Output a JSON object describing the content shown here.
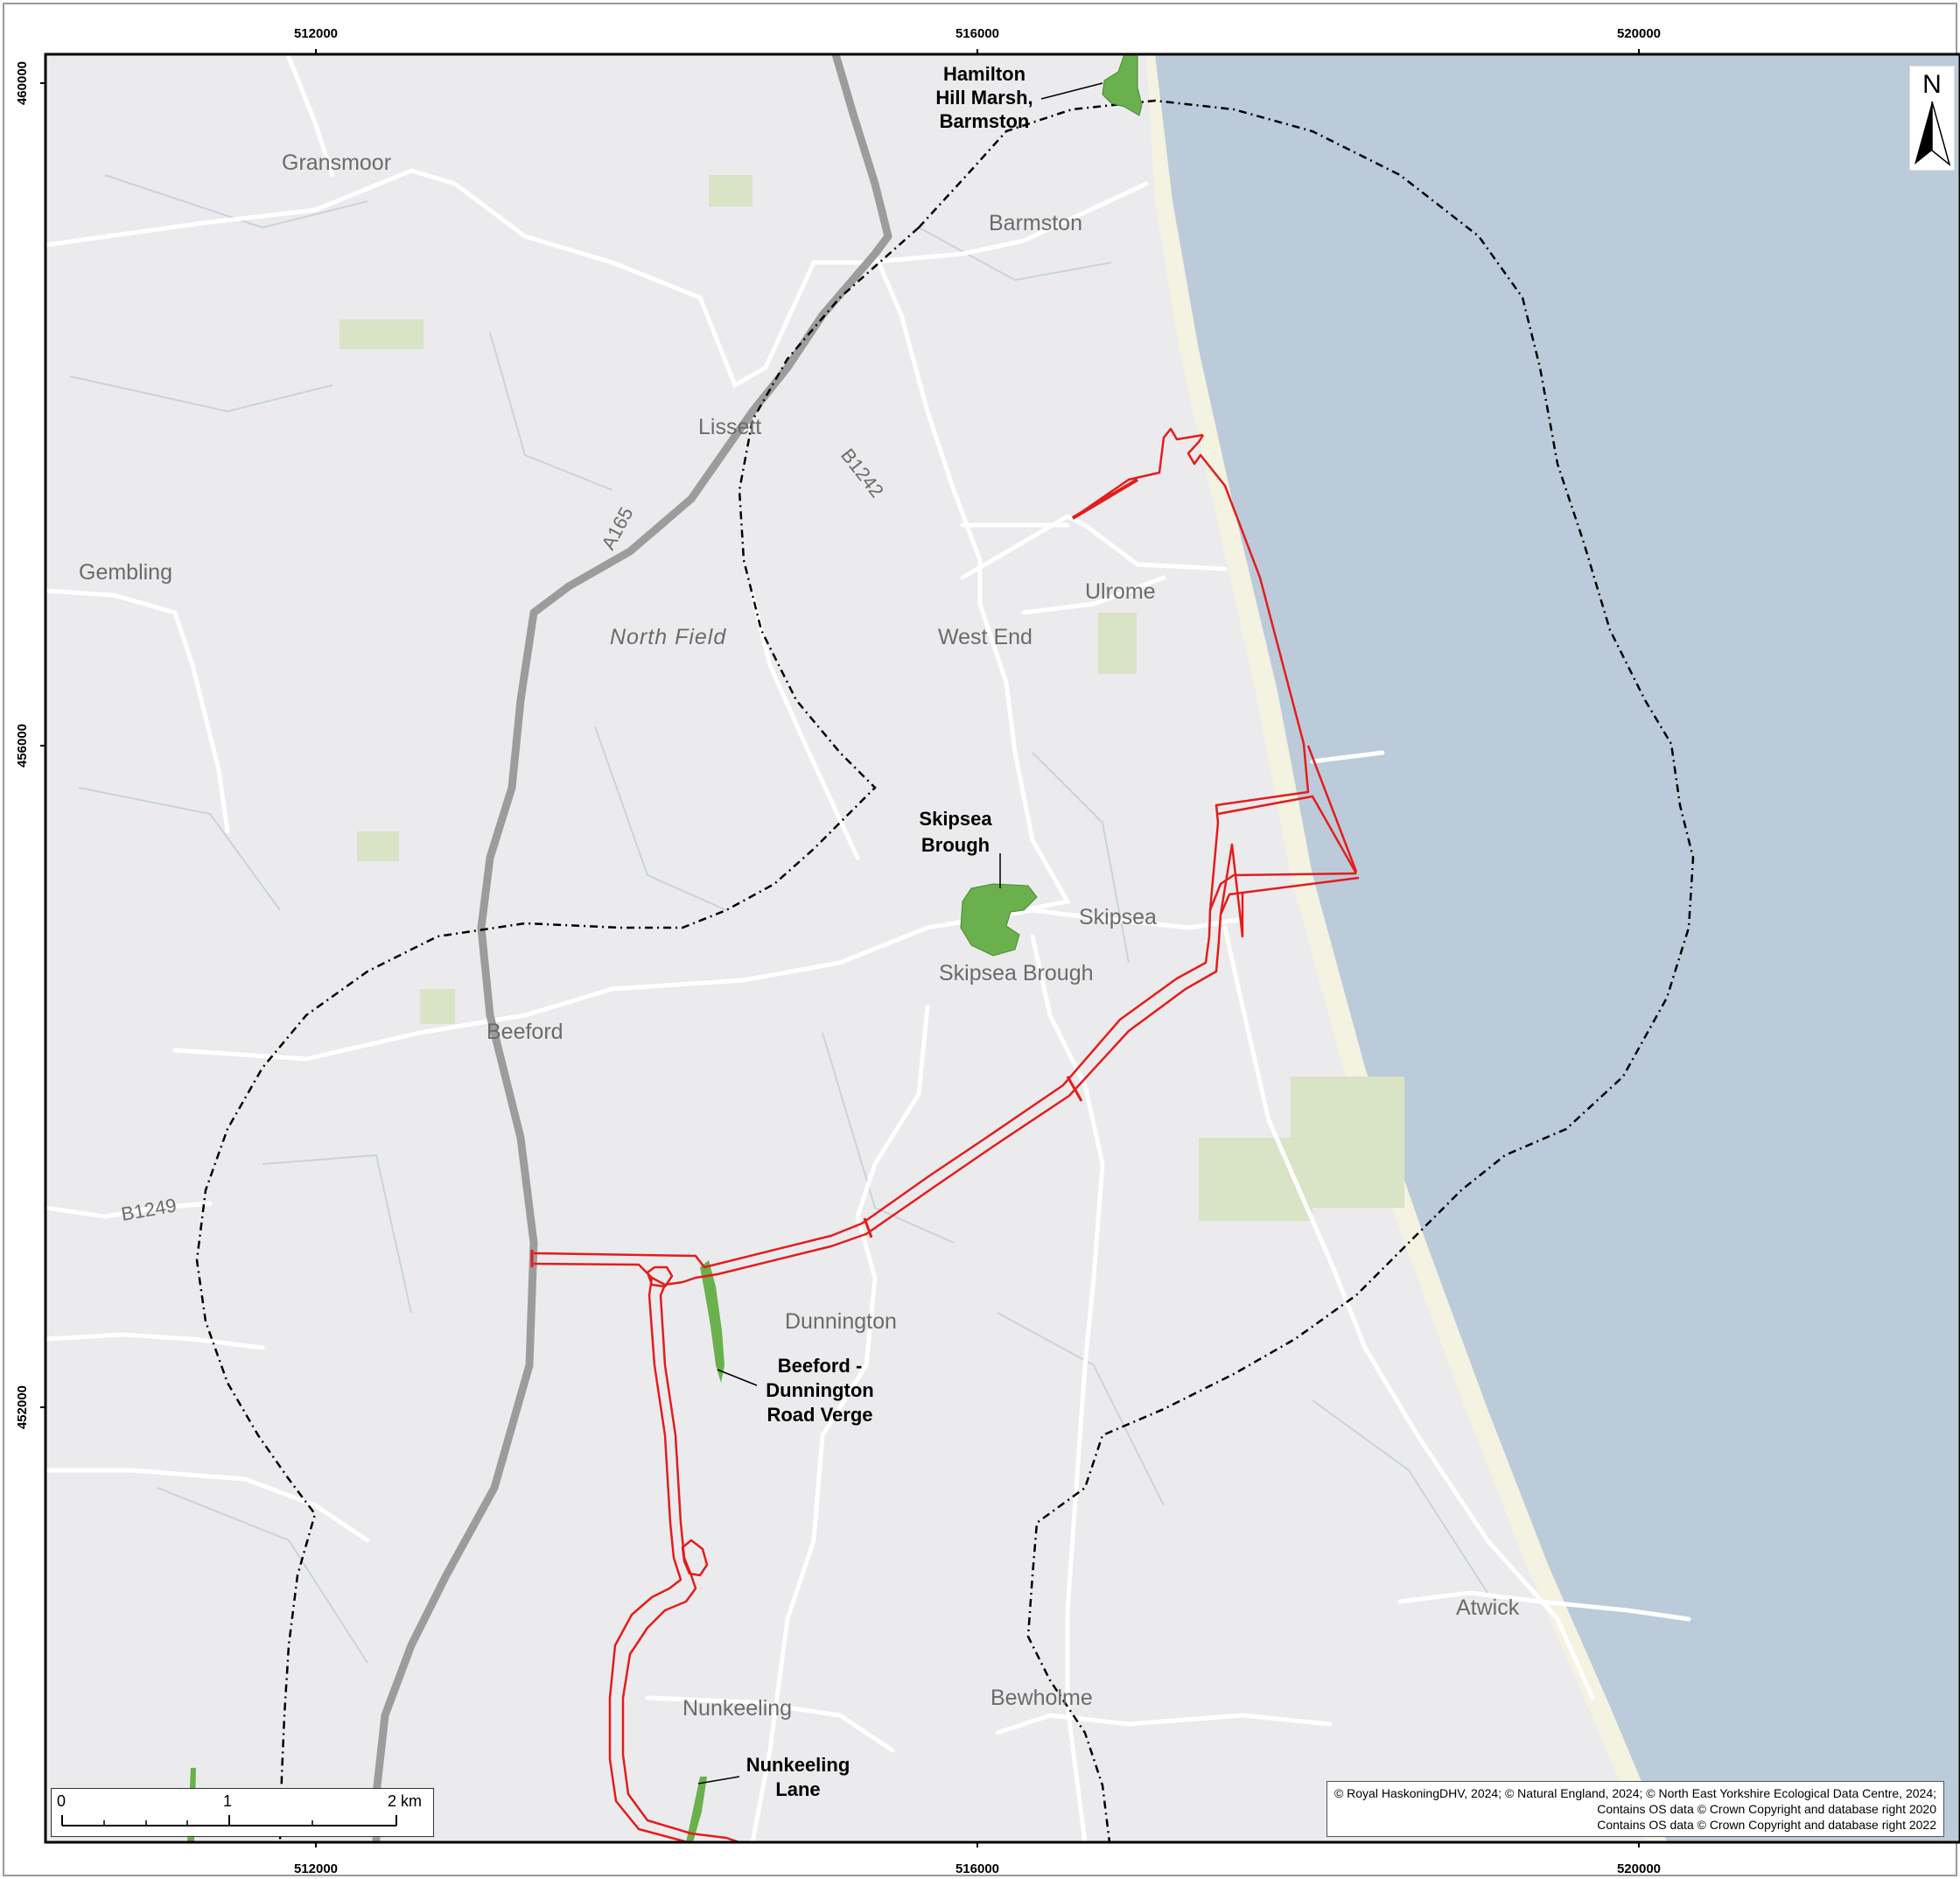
{
  "map": {
    "colors": {
      "land": "#ebebed",
      "sea": "#bccbd9",
      "beach": "#f4f2e0",
      "roads": "#ffffff",
      "major_road": "#9c9c9c",
      "boundary": "#e41c1c",
      "designated_site": "#6ab04c",
      "buffer_line": "#000000"
    },
    "axis_ticks": {
      "x": [
        "512000",
        "516000",
        "520000"
      ],
      "y": [
        "460000",
        "456000",
        "452000"
      ]
    },
    "places": {
      "gransmoor": "Gransmoor",
      "barmston": "Barmston",
      "lissett": "Lissett",
      "gembling": "Gembling",
      "north_field": "North Field",
      "west_end": "West End",
      "ulrome": "Ulrome",
      "skipsea": "Skipsea",
      "skipsea_brough": "Skipsea Brough",
      "beeford": "Beeford",
      "dunnington": "Dunnington",
      "atwick": "Atwick",
      "nunkeeling": "Nunkeeling",
      "bewholme": "Bewholme"
    },
    "roads": {
      "a165": "A165",
      "b1242": "B1242",
      "b1249": "B1249"
    },
    "sites": {
      "hamilton": [
        "Hamilton",
        "Hill Marsh,",
        "Barmston"
      ],
      "skipsea_brough": [
        "Skipsea",
        "Brough"
      ],
      "beeford": [
        "Beeford -",
        "Dunnington",
        "Road Verge"
      ],
      "nunkeeling": [
        "Nunkeeling",
        "Lane"
      ]
    },
    "north_label": "N",
    "scale_bar": {
      "labels": [
        "0",
        "1",
        "2 km"
      ]
    },
    "attribution": [
      "© Royal HaskoningDHV, 2024; © Natural England, 2024; © North East Yorkshire Ecological Data Centre, 2024;",
      "Contains OS data © Crown Copyright and database right 2020",
      "Contains OS data © Crown Copyright and database right 2022"
    ]
  }
}
